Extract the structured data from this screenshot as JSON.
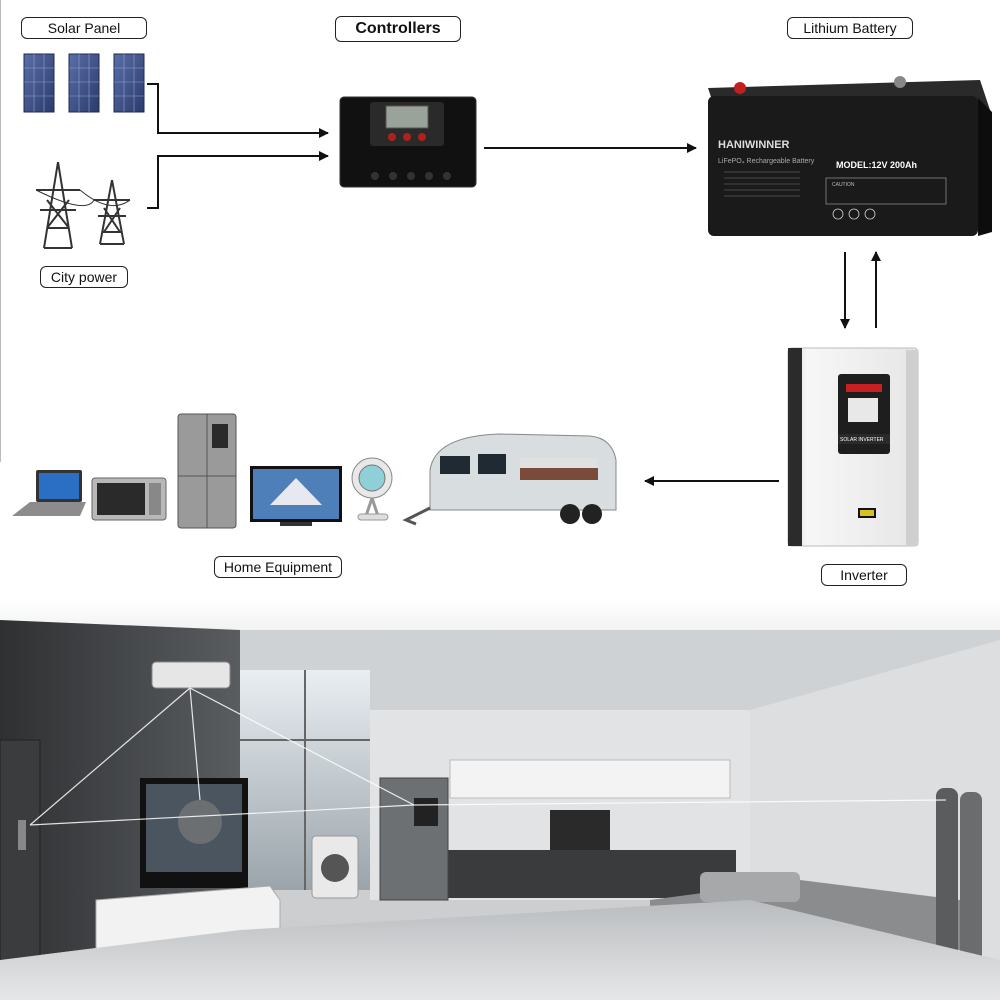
{
  "labels": {
    "solar_panel": "Solar Panel",
    "controllers": "Controllers",
    "lithium_battery": "Lithium Battery",
    "city_power": "City power",
    "inverter": "Inverter",
    "home_equipment": "Home Equipment"
  },
  "battery": {
    "brand": "HANIWINNER",
    "subtitle": "LiFePO₄ Rechargeable Battery",
    "model": "MODEL:12V 200Ah",
    "caution": "CAUTION"
  },
  "inverter": {
    "label": "SOLAR INVERTER"
  },
  "colors": {
    "arrow": "#111111",
    "label_border": "#222222",
    "battery_body": "#1a1a1a",
    "inverter_body": "#f2f2f2"
  }
}
